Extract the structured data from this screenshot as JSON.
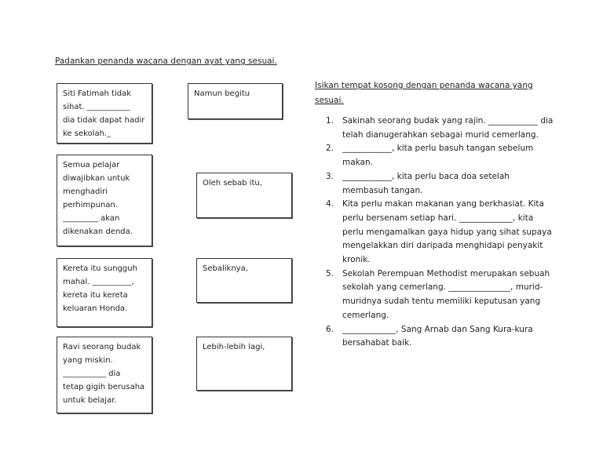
{
  "left_title": "Padankan penanda wacana dengan ayat yang sesuai.",
  "sentences": [
    {
      "text": "Siti Fatimah tidak\nsihat. ___________\ndia tidak dapat hadir\nke sekolah._"
    },
    {
      "text": "Semua pelajar\ndiwajibkan untuk\nmenghadiri\nperhimpunan.\n_________ akan\ndikenakan denda."
    },
    {
      "text": "Kereta itu sungguh\nmahal. __________,\nkereta itu kereta\nkeluaran Honda."
    },
    {
      "text": "Ravi seorang budak\nyang miskin.\n___________ dia\ntetap gigih berusaha\nuntuk belajar."
    }
  ],
  "markers": [
    {
      "text": "Namun begitu"
    },
    {
      "text": "Oleh sebab itu,"
    },
    {
      "text": "Sebaliknya,"
    },
    {
      "text": "Lebih-lebih lagi,"
    }
  ],
  "right_title": "Isikan tempat kosong dengan penanda wacana yang sesuai.",
  "questions": [
    {
      "num": "1.",
      "text": "Sakinah seorang budak yang rajin. ____________ dia telah dianugerahkan sebagai murid cemerlang."
    },
    {
      "num": "2.",
      "text": "____________, kita perlu basuh tangan sebelum makan."
    },
    {
      "num": "3.",
      "text": "____________, kita perlu baca doa setelah membasuh tangan."
    },
    {
      "num": "4.",
      "text": "Kita perlu makan makanan yang berkhasiat. Kita perlu bersenam setiap hari. _____________, kita perlu mengamalkan gaya hidup yang sihat supaya mengelakkan diri daripada menghidapi penyakit kronik."
    },
    {
      "num": "5.",
      "text": "Sekolah Perempuan Methodist merupakan sebuah sekolah yang cemerlang. _______________, murid-muridnya sudah tentu memiliki keputusan yang cemerlang."
    },
    {
      "num": "6.",
      "text": "_____________, Sang Arnab dan Sang Kura-kura bersahabat baik."
    }
  ]
}
